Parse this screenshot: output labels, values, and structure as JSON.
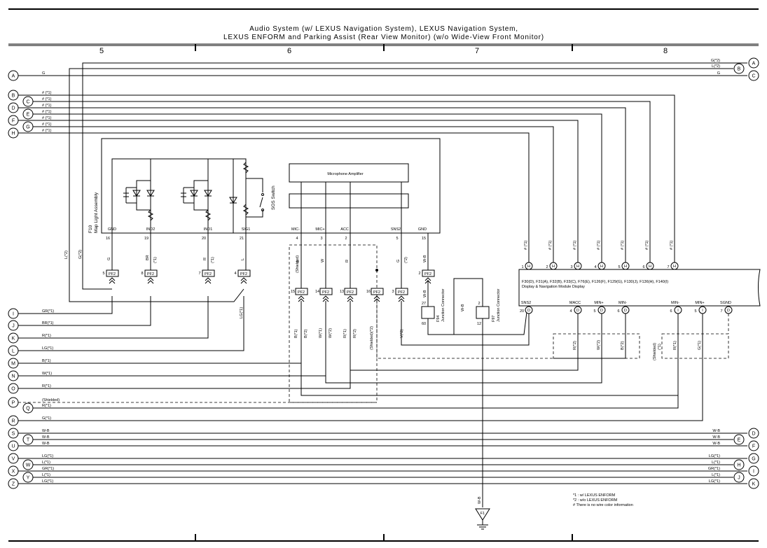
{
  "title": {
    "line1": "Audio System (w/ LEXUS Navigation System),  LEXUS Navigation System,",
    "line2": "LEXUS ENFORM and Parking Assist (Rear View Monitor) (w/o Wide-View Front Monitor)"
  },
  "columns": [
    "5",
    "6",
    "7",
    "8"
  ],
  "offpage_left": [
    {
      "letter": "A",
      "wire": "G"
    },
    {
      "letter": "B",
      "wire": "# (*1)"
    },
    {
      "letter": "C",
      "wire": "# (*1)"
    },
    {
      "letter": "D",
      "wire": "# (*1)"
    },
    {
      "letter": "E",
      "wire": "# (*1)"
    },
    {
      "letter": "F",
      "wire": "# (*1)"
    },
    {
      "letter": "G",
      "wire": "# (*1)"
    },
    {
      "letter": "H",
      "wire": "# (*1)"
    },
    {
      "letter": "I",
      "wire": "GR(*1)"
    },
    {
      "letter": "J",
      "wire": "BR(*1)"
    },
    {
      "letter": "K",
      "wire": "R(*1)"
    },
    {
      "letter": "L",
      "wire": "LG(*1)"
    },
    {
      "letter": "M",
      "wire": "B(*1)"
    },
    {
      "letter": "N",
      "wire": "W(*1)"
    },
    {
      "letter": "O",
      "wire": "R(*1)"
    },
    {
      "letter": "P",
      "wire": "(Shielded)"
    },
    {
      "letter": "Q",
      "wire": "R(*1)"
    },
    {
      "letter": "R",
      "wire": "G(*1)"
    },
    {
      "letter": "S",
      "wire": "W-B"
    },
    {
      "letter": "T",
      "wire": "W-B"
    },
    {
      "letter": "U",
      "wire": "W-B"
    },
    {
      "letter": "V",
      "wire": "LG(*1)"
    },
    {
      "letter": "W",
      "wire": "L(*1)"
    },
    {
      "letter": "X",
      "wire": "GR(*1)"
    },
    {
      "letter": "Y",
      "wire": "L(*1)"
    },
    {
      "letter": "Z",
      "wire": "LG(*1)"
    }
  ],
  "offpage_right": [
    {
      "letter": "A",
      "wire": "G(*2)"
    },
    {
      "letter": "B",
      "wire": "L(*2)"
    },
    {
      "letter": "C",
      "wire": "G"
    },
    {
      "letter": "D",
      "wire": "W-B"
    },
    {
      "letter": "E",
      "wire": "W-B"
    },
    {
      "letter": "F",
      "wire": "W-B"
    },
    {
      "letter": "G",
      "wire": "LG(*1)"
    },
    {
      "letter": "H",
      "wire": "L(*1)"
    },
    {
      "letter": "I",
      "wire": "GR(*1)"
    },
    {
      "letter": "J",
      "wire": "L(*1)"
    },
    {
      "letter": "K",
      "wire": "LG(*1)"
    }
  ],
  "map_light": {
    "name": "F10\nMap Light Assembly",
    "name_l1": "F10",
    "name_l2": "Map Light Assembly",
    "switch": "SOS Switch",
    "pins": [
      {
        "label": "GND",
        "num": "16",
        "wire": "G",
        "pf2": "5"
      },
      {
        "label": "IND2",
        "num": "19",
        "wire": "BR",
        "note": "(*1)",
        "pf2": "8"
      },
      {
        "label": "IND1",
        "num": "20",
        "wire": "R",
        "note": "(*1)",
        "pf2": "7"
      },
      {
        "label": "SIG1",
        "num": "21",
        "wire": "L",
        "pf2": "4"
      }
    ]
  },
  "mic_amp": {
    "name": "Microphone Amplifier",
    "pins": [
      {
        "label": "MIC-",
        "num": "4",
        "wire": "B",
        "pf2": "15"
      },
      {
        "label": "MIC+",
        "num": "3",
        "wire": "W",
        "pf2": "14"
      },
      {
        "label": "ACC",
        "num": "2",
        "wire": "R",
        "pf2": "13"
      },
      {
        "label": "SNS2",
        "num": "5",
        "wire": "G",
        "note": "(*2)",
        "pf2": "3"
      },
      {
        "label": "GND",
        "num": "15",
        "wire": "W-B",
        "pf2": "2"
      }
    ],
    "shielded": "(Shielded)",
    "pf2_16": "16"
  },
  "pf2": "PF2",
  "pf2_lower_wires": [
    "B(*1)",
    "W(*1)",
    "R(*1)",
    "B(*2)",
    "W(*2)",
    "R(*2)",
    "(Shielded)(*2)",
    "V(*2)"
  ],
  "sig1_wire": "LG(*1)",
  "left_vertical_wires": [
    "L(*2)",
    "G(*2)"
  ],
  "junctions": [
    {
      "id": "F94",
      "name": "Junction Connector",
      "top": "27",
      "bottom": "60"
    },
    {
      "id": "F97",
      "name": "Junction Connector",
      "top": "2",
      "bottom": "12"
    }
  ],
  "junction_wire": "W-B",
  "display": {
    "connectors": "F30(D), F31(A), F32(B), F33(C), F76(E), F126(F), F129(G), F130(J), F136(H), F140(I)",
    "name": "Display & Navigation Module Display",
    "top_pins": [
      {
        "num": "1",
        "conn": "H",
        "wire": "# (*1)"
      },
      {
        "num": "2",
        "conn": "H",
        "wire": "# (*1)"
      },
      {
        "num": "3",
        "conn": "H",
        "wire": "# (*1)"
      },
      {
        "num": "4",
        "conn": "H",
        "wire": "# (*1)"
      },
      {
        "num": "5",
        "conn": "H",
        "wire": "# (*1)"
      },
      {
        "num": "6",
        "conn": "H",
        "wire": "# (*1)"
      },
      {
        "num": "7",
        "conn": "H",
        "wire": "# (*1)"
      }
    ],
    "bottom_pins": [
      {
        "label": "SNS2",
        "num": "20",
        "conn": "D"
      },
      {
        "label": "MACC",
        "num": "4",
        "conn": "D",
        "wire": "R(*2)"
      },
      {
        "label": "MIN+",
        "num": "5",
        "conn": "D",
        "wire": "W(*2)"
      },
      {
        "label": "MIN-",
        "num": "6",
        "conn": "D",
        "wire": "B(*2)"
      },
      {
        "label": "MIN-",
        "num": "6",
        "conn": "I",
        "wire": "R(*1)"
      },
      {
        "label": "MIN+",
        "num": "5",
        "conn": "I",
        "wire": "G(*1)"
      },
      {
        "label": "SGND",
        "num": "7",
        "conn": "D"
      }
    ],
    "shielded_note": "(Shielded)\n(*1)",
    "shielded_l1": "(Shielded)",
    "shielded_l2": "(*1)"
  },
  "ground": {
    "id": "F1",
    "wire": "W-B"
  },
  "notes": [
    "*1 : w/ LEXUS ENFORM",
    "*2 : w/o LEXUS ENFORM",
    "# There is no wire color information"
  ]
}
